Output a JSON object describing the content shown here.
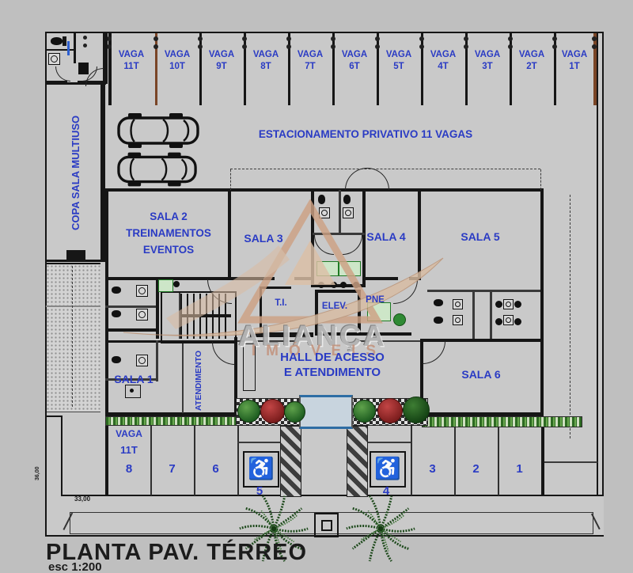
{
  "sheet": {
    "title": "PLANTA PAV. TÉRREO",
    "scale": "esc 1:200"
  },
  "watermark": {
    "name": "ALIANÇA",
    "subtitle": "IMÓVEIS"
  },
  "top_parking": {
    "banner": "ESTACIONAMENTO PRIVATIVO 11 VAGAS",
    "stalls": [
      {
        "l1": "VAGA",
        "l2": "11T"
      },
      {
        "l1": "VAGA",
        "l2": "10T"
      },
      {
        "l1": "VAGA",
        "l2": "9T"
      },
      {
        "l1": "VAGA",
        "l2": "8T"
      },
      {
        "l1": "VAGA",
        "l2": "7T"
      },
      {
        "l1": "VAGA",
        "l2": "6T"
      },
      {
        "l1": "VAGA",
        "l2": "5T"
      },
      {
        "l1": "VAGA",
        "l2": "4T"
      },
      {
        "l1": "VAGA",
        "l2": "3T"
      },
      {
        "l1": "VAGA",
        "l2": "2T"
      },
      {
        "l1": "VAGA",
        "l2": "1T"
      }
    ]
  },
  "left_wing": {
    "copa": "COPA SALA MULTIUSO"
  },
  "rooms": {
    "sala2_l1": "SALA 2",
    "sala2_l2": "TREINAMENTOS",
    "sala2_l3": "EVENTOS",
    "sala3": "SALA 3",
    "sala4": "SALA 4",
    "sala5": "SALA 5",
    "sala1": "SALA 1",
    "sala6": "SALA 6",
    "atendimento": "ATENDIMENTO",
    "ti": "T.I.",
    "elev": "ELEV.",
    "pne": "PNE",
    "hall_l1": "HALL DE ACESSO",
    "hall_l2": "E ATENDIMENTO"
  },
  "bottom_parking": {
    "tandem_l1": "VAGA",
    "tandem_l2": "11T",
    "tandem_l3": "8",
    "s7": "7",
    "s6": "6",
    "s5": "5",
    "s4": "4",
    "s3": "3",
    "s2": "2",
    "s1": "1"
  },
  "dimensions": {
    "height": "36,00",
    "width": "33,00"
  },
  "icons": {
    "wheelchair": "♿"
  },
  "colors": {
    "label_blue": "#2a3bc4",
    "wall": "#161616",
    "paper": "#c9c9c9",
    "hedge_green": "#2d6b22",
    "entrance_blue": "#2e6da4",
    "watermark_tan": "#d8bca2",
    "divider_brown": "#7a4526"
  }
}
